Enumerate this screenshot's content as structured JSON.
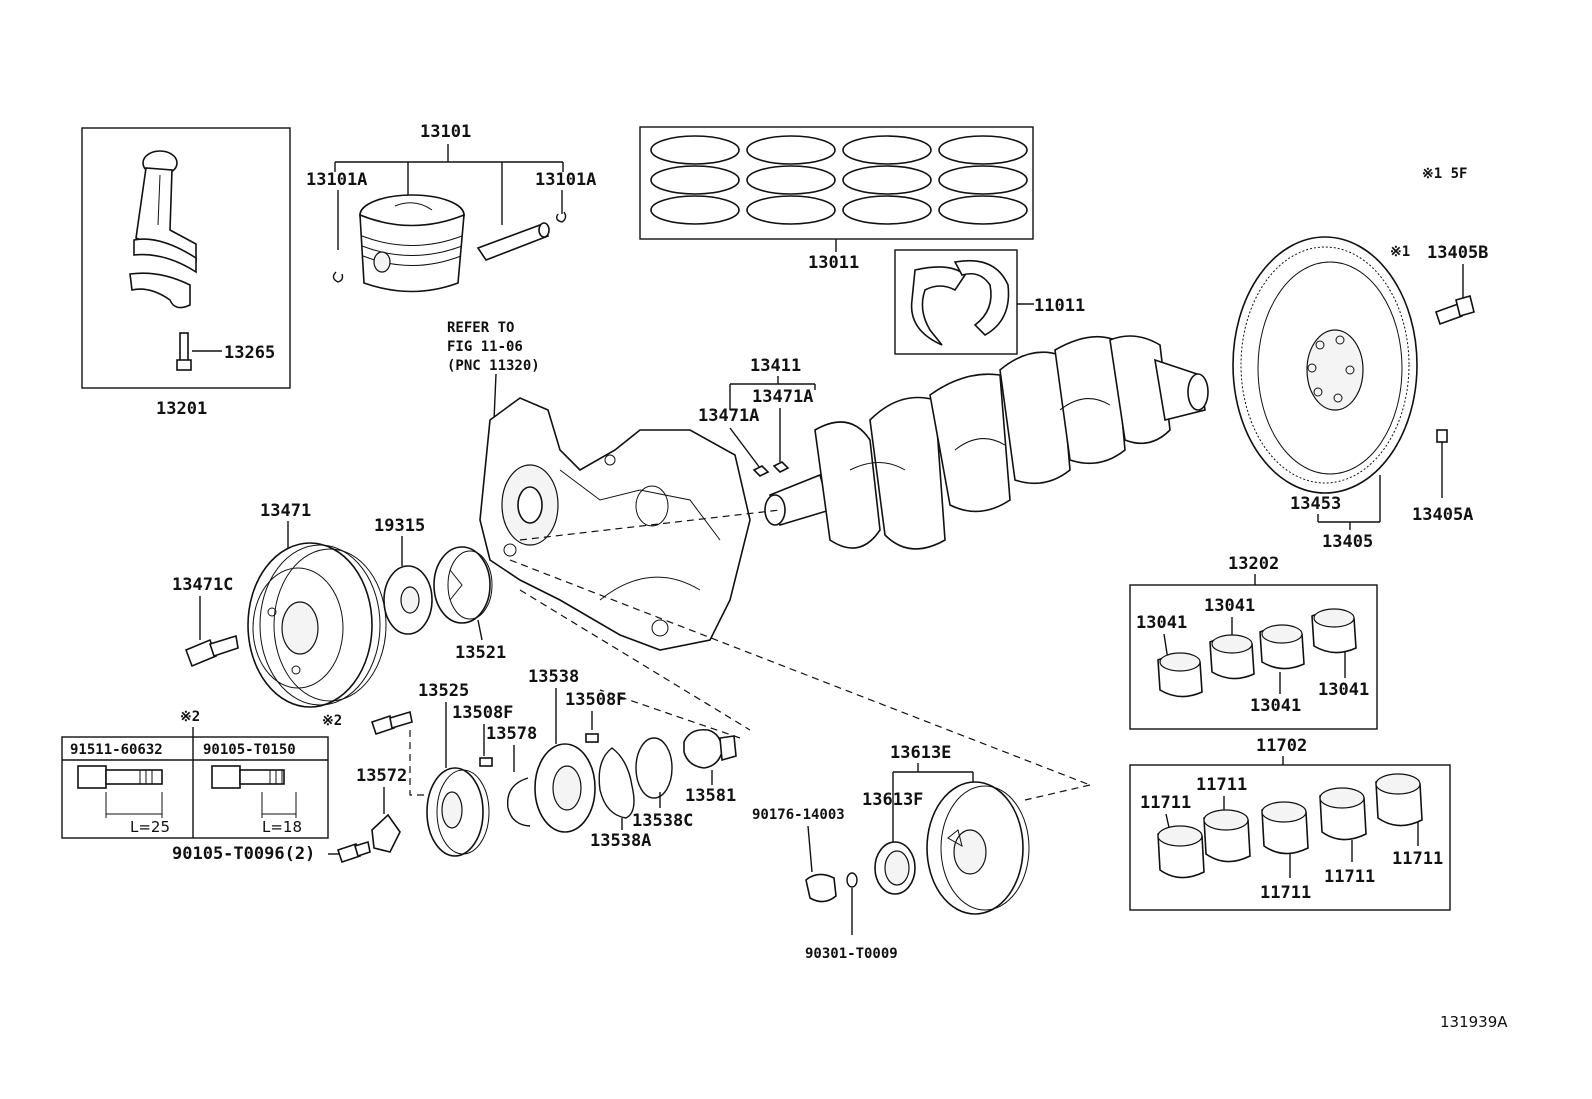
{
  "title_code": "131939A",
  "labels": {
    "l13201": "13201",
    "l13265": "13265",
    "l13101": "13101",
    "l13101A_left": "13101A",
    "l13101A_right": "13101A",
    "l13011": "13011",
    "l11011": "11011",
    "l13411": "13411",
    "l13471A_a": "13471A",
    "l13471A_b": "13471A",
    "l13471": "13471",
    "l13471C": "13471C",
    "l19315": "19315",
    "l13521": "13521",
    "l13525": "13525",
    "l13538": "13538",
    "l13508F_a": "13508F",
    "l13508F_b": "13508F",
    "l13578": "13578",
    "l13572": "13572",
    "l13581": "13581",
    "l13538C": "13538C",
    "l13538A": "13538A",
    "l13613E": "13613E",
    "l13613F": "13613F",
    "l90176": "90176-14003",
    "l90301": "90301-T0009",
    "l13405B": "13405B",
    "l13405": "13405",
    "l13405A": "13405A",
    "l13453": "13453",
    "l13202": "13202",
    "l13041_a": "13041",
    "l13041_b": "13041",
    "l13041_c": "13041",
    "l13041_d": "13041",
    "l11702": "11702",
    "l11711_a": "11711",
    "l11711_b": "11711",
    "l11711_c": "11711",
    "l11711_d": "11711",
    "l11711_e": "11711",
    "l90105_T0096": "90105-T0096(2)"
  },
  "notes": {
    "refer_line1": "REFER TO",
    "refer_line2": "FIG 11-06",
    "refer_line3": "(PNC 11320)",
    "mark1_5F": "※1 5F",
    "mark1": "※1",
    "mark2_top": "※2",
    "mark2_side": "※2"
  },
  "bolt_table": {
    "col1_part": "91511-60632",
    "col2_part": "90105-T0150",
    "col1_length": "L=25",
    "col2_length": "L=18"
  }
}
